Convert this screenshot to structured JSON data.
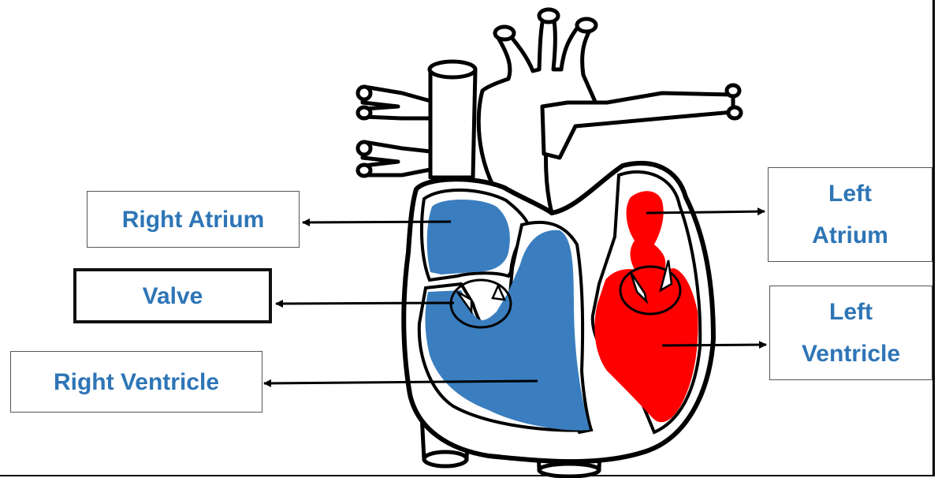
{
  "labels": {
    "right_atrium": "Right Atrium",
    "valve": "Valve",
    "right_ventricle": "Right Ventricle",
    "left_atrium_line1": "Left",
    "left_atrium_line2": "Atrium",
    "left_ventricle_line1": "Left",
    "left_ventricle_line2": "Ventricle"
  },
  "colors": {
    "label_text": "#2e75b6",
    "right_side_fill": "#3a7ebf",
    "left_side_fill": "#ff0000",
    "outline": "#000000"
  }
}
